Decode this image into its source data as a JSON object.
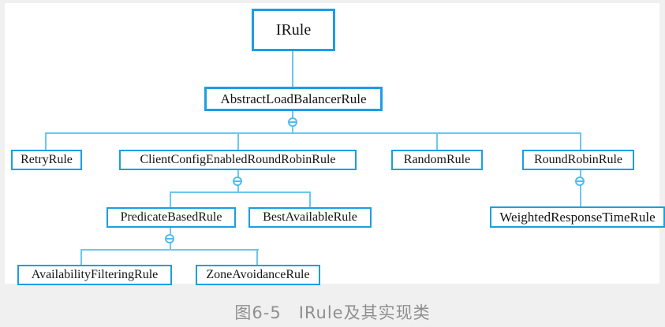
{
  "figure": {
    "caption": "图6-5　IRule及其实现类"
  },
  "colors": {
    "page_background": "#f0f0f0",
    "panel_background": "#ffffff",
    "box_border": "#1b9ee3",
    "connector_line": "#6cc7f1",
    "collapse_icon": "#4fbdf0",
    "box_text": "#141414",
    "caption_text": "#8f8f8f"
  },
  "icons": {
    "collapse_glyph": "circled-minus"
  },
  "diagram": {
    "type": "class-hierarchy-tree",
    "root": "IRule",
    "nodes": {
      "irule": {
        "label": "IRule"
      },
      "abstract_load_balancer_rule": {
        "label": "AbstractLoadBalancerRule"
      },
      "retry_rule": {
        "label": "RetryRule"
      },
      "client_config_enabled_round_robin_rule": {
        "label": "ClientConfigEnabledRoundRobinRule"
      },
      "random_rule": {
        "label": "RandomRule"
      },
      "round_robin_rule": {
        "label": "RoundRobinRule"
      },
      "predicate_based_rule": {
        "label": "PredicateBasedRule"
      },
      "best_available_rule": {
        "label": "BestAvailableRule"
      },
      "weighted_response_time_rule": {
        "label": "WeightedResponseTimeRule"
      },
      "availability_filtering_rule": {
        "label": "AvailabilityFilteringRule"
      },
      "zone_avoidance_rule": {
        "label": "ZoneAvoidanceRule"
      }
    },
    "edges": [
      {
        "parent": "IRule",
        "child": "AbstractLoadBalancerRule"
      },
      {
        "parent": "AbstractLoadBalancerRule",
        "child": "RetryRule"
      },
      {
        "parent": "AbstractLoadBalancerRule",
        "child": "ClientConfigEnabledRoundRobinRule"
      },
      {
        "parent": "AbstractLoadBalancerRule",
        "child": "RandomRule"
      },
      {
        "parent": "AbstractLoadBalancerRule",
        "child": "RoundRobinRule"
      },
      {
        "parent": "ClientConfigEnabledRoundRobinRule",
        "child": "PredicateBasedRule"
      },
      {
        "parent": "ClientConfigEnabledRoundRobinRule",
        "child": "BestAvailableRule"
      },
      {
        "parent": "RoundRobinRule",
        "child": "WeightedResponseTimeRule"
      },
      {
        "parent": "PredicateBasedRule",
        "child": "AvailabilityFilteringRule"
      },
      {
        "parent": "PredicateBasedRule",
        "child": "ZoneAvoidanceRule"
      }
    ]
  }
}
